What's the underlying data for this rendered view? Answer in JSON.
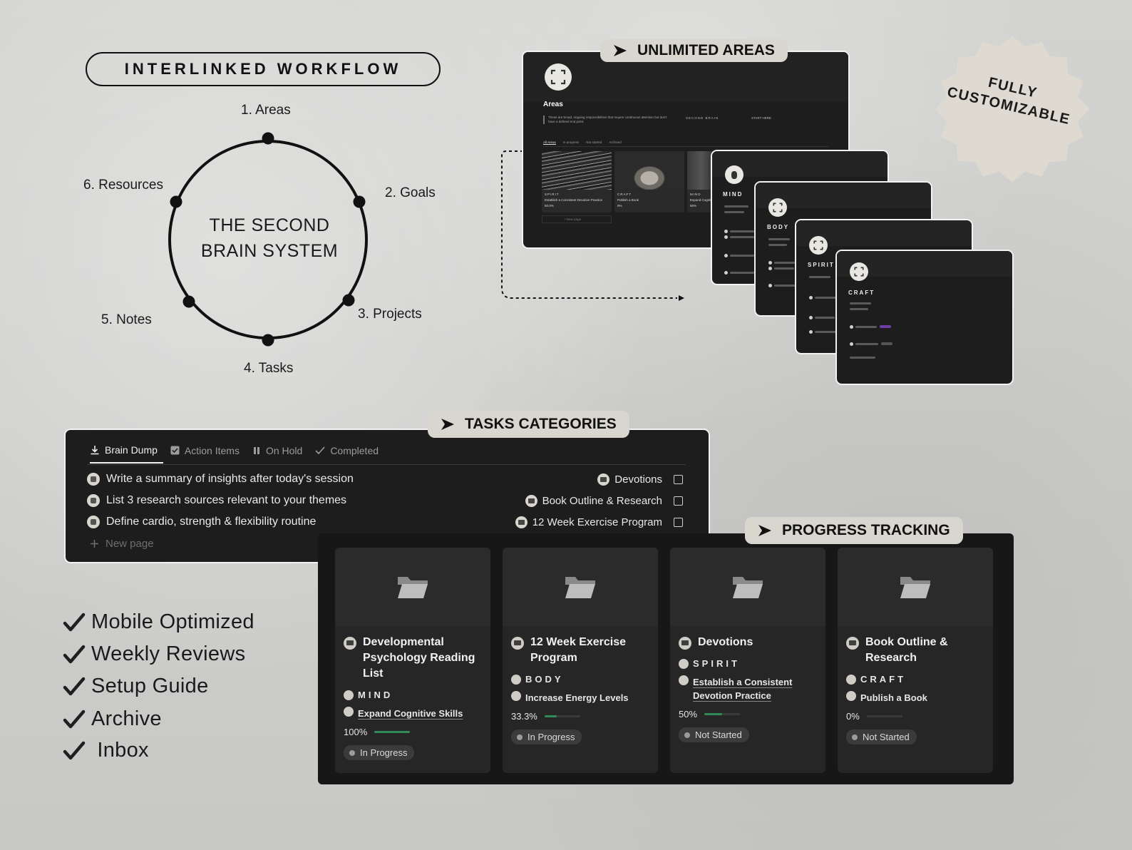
{
  "workflow": {
    "heading": "INTERLINKED WORKFLOW",
    "center_line1": "THE SECOND",
    "center_line2": "BRAIN SYSTEM",
    "stages": [
      "1.  Areas",
      "2. Goals",
      "3. Projects",
      "4. Tasks",
      "5. Notes",
      "6. Resources"
    ]
  },
  "badges": {
    "unlimited_areas": "UNLIMITED AREAS",
    "tasks_categories": "TASKS CATEGORIES",
    "progress_tracking": "PROGRESS TRACKING",
    "customizable_line1": "FULLY",
    "customizable_line2": "CUSTOMIZABLE"
  },
  "areas_screens": {
    "main_title": "Areas",
    "main_description": "These are broad, ongoing responsibilities that require continuous attention but don't have a defined end point.",
    "main_links": [
      "SECOND BRAIN",
      "START HERE"
    ],
    "main_tabs": [
      "All Areas",
      "In progress",
      "Not started",
      "Archived"
    ],
    "main_cards": [
      {
        "tag": "SPIRIT",
        "goal": "Establish a Consistent Devotion Practice",
        "pct": "50.0%"
      },
      {
        "tag": "CRAFT",
        "goal": "Publish a Book",
        "pct": "0%"
      },
      {
        "tag": "MIND",
        "goal": "Expand Cognit",
        "pct": "50%"
      }
    ],
    "main_new_page": "+ New page",
    "stacked": [
      "MIND",
      "BODY",
      "SPIRIT",
      "CRAFT"
    ]
  },
  "tasks": {
    "tabs": [
      "Brain Dump",
      "Action Items",
      "On Hold",
      "Completed"
    ],
    "rows": [
      {
        "title": "Write a summary of insights after today's session",
        "project": "Devotions"
      },
      {
        "title": "List 3 research sources relevant to your themes",
        "project": "Book Outline & Research"
      },
      {
        "title": "Define cardio, strength & flexibility routine",
        "project": "12 Week Exercise Program"
      }
    ],
    "new_page": "New page"
  },
  "progress": {
    "cards": [
      {
        "title": "Developmental Psychology Reading List",
        "area": "MIND",
        "goal": "Expand Cognitive Skills",
        "pct_label": "100%",
        "pct": 1.0,
        "status": "In Progress"
      },
      {
        "title": "12 Week Exercise Program",
        "area": "BODY",
        "goal": "Increase Energy Levels",
        "pct_label": "33.3%",
        "pct": 0.333,
        "status": "In Progress"
      },
      {
        "title": "Devotions",
        "area": "SPIRIT",
        "goal": "Establish a Consistent Devotion Practice",
        "pct_label": "50%",
        "pct": 0.5,
        "status": "Not Started"
      },
      {
        "title": "Book Outline & Research",
        "area": "CRAFT",
        "goal": "Publish a Book",
        "pct_label": "0%",
        "pct": 0.0,
        "status": "Not Started"
      }
    ]
  },
  "features": [
    "Mobile Optimized",
    "Weekly Reviews",
    "Setup Guide",
    "Archive",
    " Inbox"
  ],
  "colors": {
    "progress_fill": "#2f8a57",
    "badge_bg": "#d9d6cf",
    "panel_bg": "#1d1d1d"
  }
}
